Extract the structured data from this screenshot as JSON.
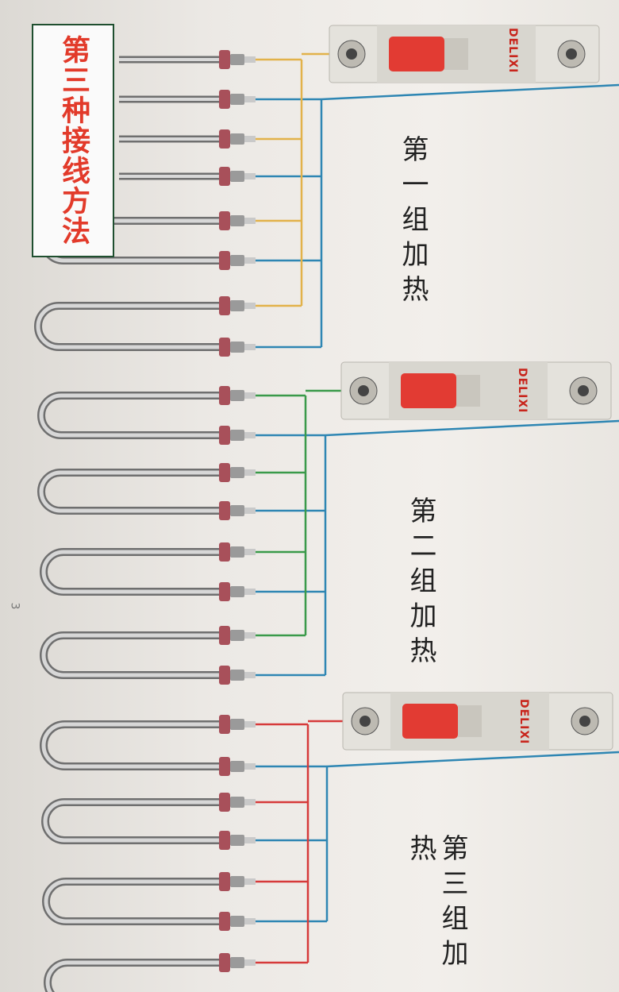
{
  "title": "第三种接线方法",
  "groups": [
    {
      "label": "第一组加热",
      "wire_color": "#e2b24a"
    },
    {
      "label": "第二组加热",
      "wire_color": "#3a9a4a"
    },
    {
      "label": "第三组加热",
      "wire_color": "#d63a3a"
    }
  ],
  "neutral_wire_color": "#2e86b3",
  "breaker_brand": "DELIXI",
  "page_number": "3",
  "icons": [
    "breaker-icon",
    "heating-element-icon",
    "terminal-screw-icon"
  ]
}
